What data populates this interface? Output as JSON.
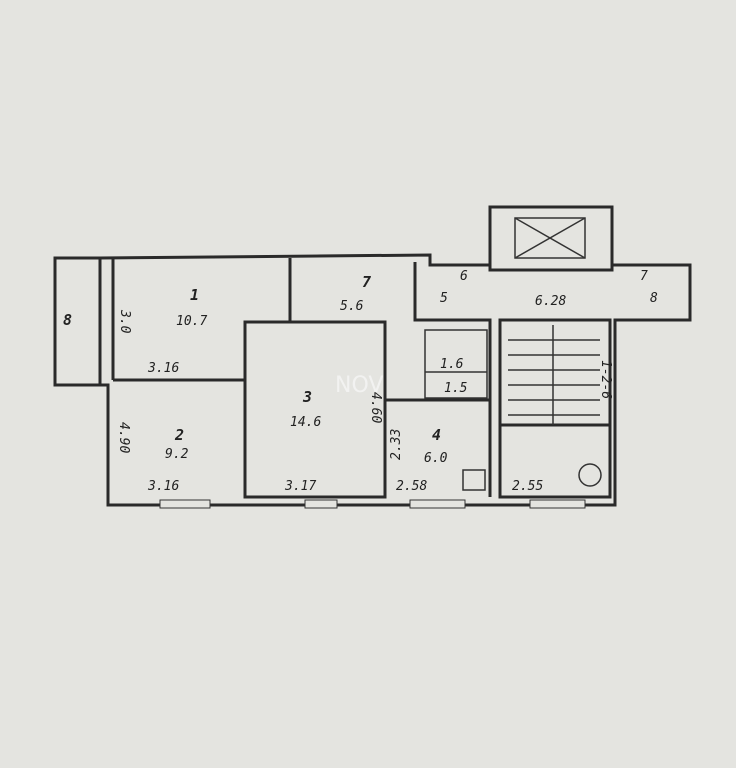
{
  "plan": {
    "watermark": "NOV",
    "rooms": [
      {
        "id": "room-1",
        "number": "1",
        "area": "10.7"
      },
      {
        "id": "room-2",
        "number": "2",
        "area": "9.2"
      },
      {
        "id": "room-3",
        "number": "3",
        "area": "14.6"
      },
      {
        "id": "room-4",
        "number": "4",
        "area": "6.0"
      },
      {
        "id": "room-7",
        "number": "7",
        "area": "5.6"
      },
      {
        "id": "room-6",
        "number": "6",
        "area": "1.6"
      },
      {
        "id": "room-5",
        "number": "5",
        "area": "1.5"
      }
    ],
    "dimensions": {
      "room1_height": "3.0",
      "room1_width": "3.16",
      "room2_height": "4.90",
      "room2_width": "3.16",
      "room3_height": "4.60",
      "room3_width": "3.17",
      "kitchen_height": "2.33",
      "kitchen_width": "2.58",
      "stair_width": "2.55",
      "landing": "6.28"
    },
    "markers": {
      "balcony": "8",
      "hall_6": "6",
      "hall_5": "5",
      "hall_7": "7",
      "hall_8": "8",
      "stair": "1-2-6"
    }
  }
}
